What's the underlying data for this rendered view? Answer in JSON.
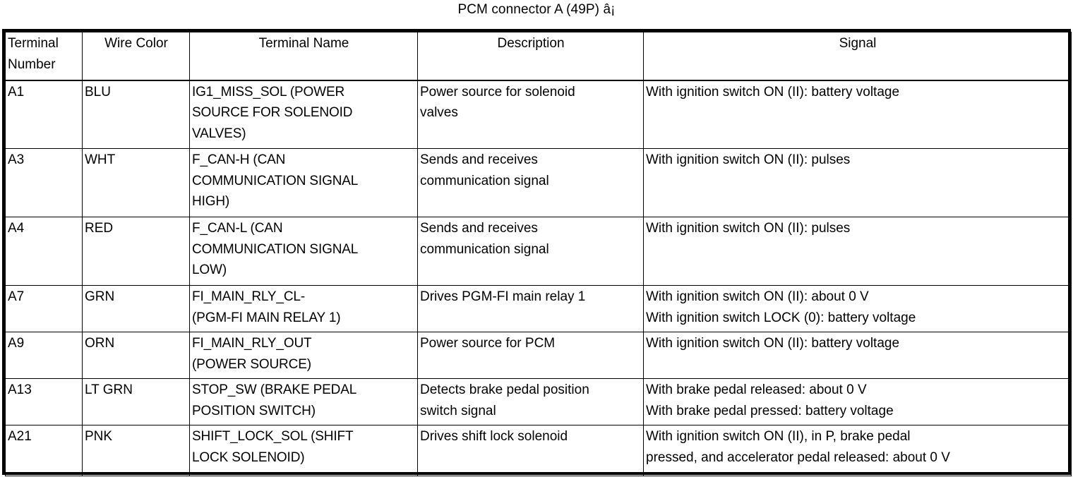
{
  "document": {
    "title": "PCM connector A (49P) â¡"
  },
  "table": {
    "headers": [
      "Terminal\nNumber",
      "Wire Color",
      "Terminal Name",
      "Description",
      "Signal"
    ],
    "rows": [
      {
        "terminal_number": "A1",
        "wire_color": "BLU",
        "terminal_name": "IG1_MISS_SOL (POWER\nSOURCE FOR SOLENOID\nVALVES)",
        "description": "Power source for solenoid\nvalves",
        "signal": "With ignition switch ON (II): battery voltage"
      },
      {
        "terminal_number": "A3",
        "wire_color": "WHT",
        "terminal_name": "F_CAN-H (CAN\nCOMMUNICATION SIGNAL\nHIGH)",
        "description": "Sends and receives\ncommunication signal",
        "signal": "With ignition switch ON (II): pulses"
      },
      {
        "terminal_number": "A4",
        "wire_color": "RED",
        "terminal_name": "F_CAN-L (CAN\nCOMMUNICATION SIGNAL\nLOW)",
        "description": "Sends and receives\ncommunication signal",
        "signal": "With ignition switch ON (II): pulses"
      },
      {
        "terminal_number": "A7",
        "wire_color": "GRN",
        "terminal_name": "FI_MAIN_RLY_CL-\n(PGM-FI MAIN RELAY 1)",
        "description": "Drives PGM-FI main relay 1",
        "signal": "With ignition switch ON (II): about 0 V\nWith ignition switch LOCK (0): battery voltage"
      },
      {
        "terminal_number": "A9",
        "wire_color": "ORN",
        "terminal_name": "FI_MAIN_RLY_OUT\n(POWER SOURCE)",
        "description": "Power source for PCM",
        "signal": "With ignition switch ON (II): battery voltage"
      },
      {
        "terminal_number": "A13",
        "wire_color": "LT GRN",
        "terminal_name": "STOP_SW (BRAKE PEDAL\nPOSITION SWITCH)",
        "description": "Detects brake pedal position\nswitch signal",
        "signal": "With brake pedal released: about 0 V\nWith brake pedal pressed: battery voltage"
      },
      {
        "terminal_number": "A21",
        "wire_color": "PNK",
        "terminal_name": "SHIFT_LOCK_SOL (SHIFT\nLOCK SOLENOID)",
        "description": "Drives shift lock solenoid",
        "signal": "With ignition switch ON (II), in P, brake pedal\npressed, and accelerator pedal released: about 0 V"
      }
    ]
  },
  "colors": {
    "border": "#000000",
    "text": "#000000",
    "background": "#ffffff"
  }
}
